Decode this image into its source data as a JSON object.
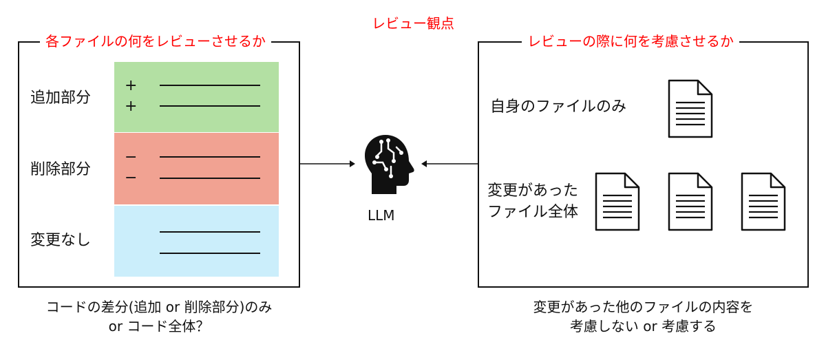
{
  "title": "レビュー観点",
  "left_panel": {
    "title": "各ファイルの何をレビューさせるか",
    "rows": [
      {
        "label": "追加部分",
        "signs": [
          "+",
          "+"
        ],
        "color": "#b3e0a3"
      },
      {
        "label": "削除部分",
        "signs": [
          "−",
          "−"
        ],
        "color": "#f1a292"
      },
      {
        "label": "変更なし",
        "signs": [],
        "color": "#cbeefb"
      }
    ],
    "caption_line1": "コードの差分(追加 or 削除部分)のみ",
    "caption_line2": "or コード全体？"
  },
  "center": {
    "label": "LLM",
    "icon": "brain-head-icon"
  },
  "right_panel": {
    "title": "レビューの際に何を考慮させるか",
    "row1_label": "自身のファイルのみ",
    "row2_label_line1": "変更があった",
    "row2_label_line2": "ファイル全体",
    "caption_line1": "変更があった他のファイルの内容を",
    "caption_line2": "考慮しない or 考慮する"
  },
  "colors": {
    "accent_red": "#ff0000",
    "added": "#b3e0a3",
    "deleted": "#f1a292",
    "unchanged": "#cbeefb"
  }
}
